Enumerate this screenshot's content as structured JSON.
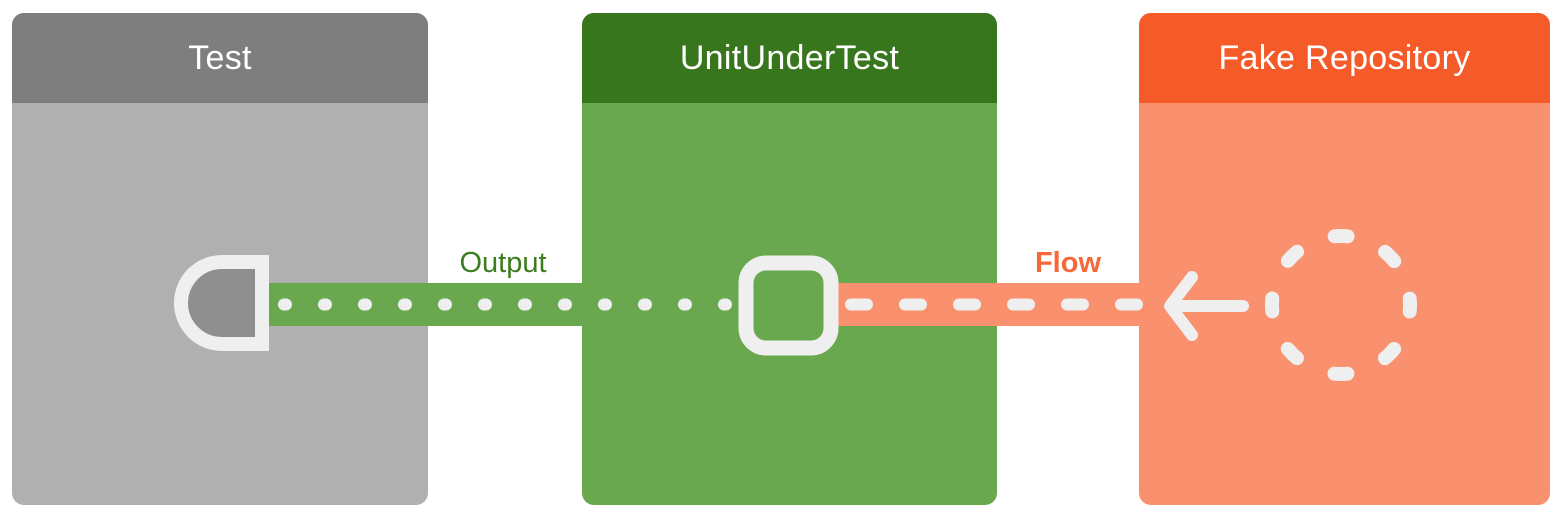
{
  "diagram": {
    "background": "#FFFFFF",
    "icon_color": "#EFEFEF",
    "nodes": [
      {
        "label": "Test",
        "header_color": "#7E7E7E",
        "body_color": "#B0B0B0",
        "icon": "collector-icon"
      },
      {
        "label": "UnitUnderTest",
        "header_color": "#38761D",
        "body_color": "#6AA84F",
        "icon": "port-icon"
      },
      {
        "label": "Fake Repository",
        "header_color": "#F45B28",
        "body_color": "#F9906E",
        "icon": "dashed-circle-icon"
      }
    ],
    "connections": [
      {
        "label": "Output",
        "style": "dotted",
        "band_color": "#6AA84F",
        "label_color": "#3B7D1F",
        "dot_color": "#EFEFEF"
      },
      {
        "label": "Flow",
        "style": "dashed",
        "arrow_direction": "left",
        "band_color": "#F9906E",
        "label_color": "#F5683A",
        "dash_color": "#EFEFEF"
      }
    ]
  }
}
